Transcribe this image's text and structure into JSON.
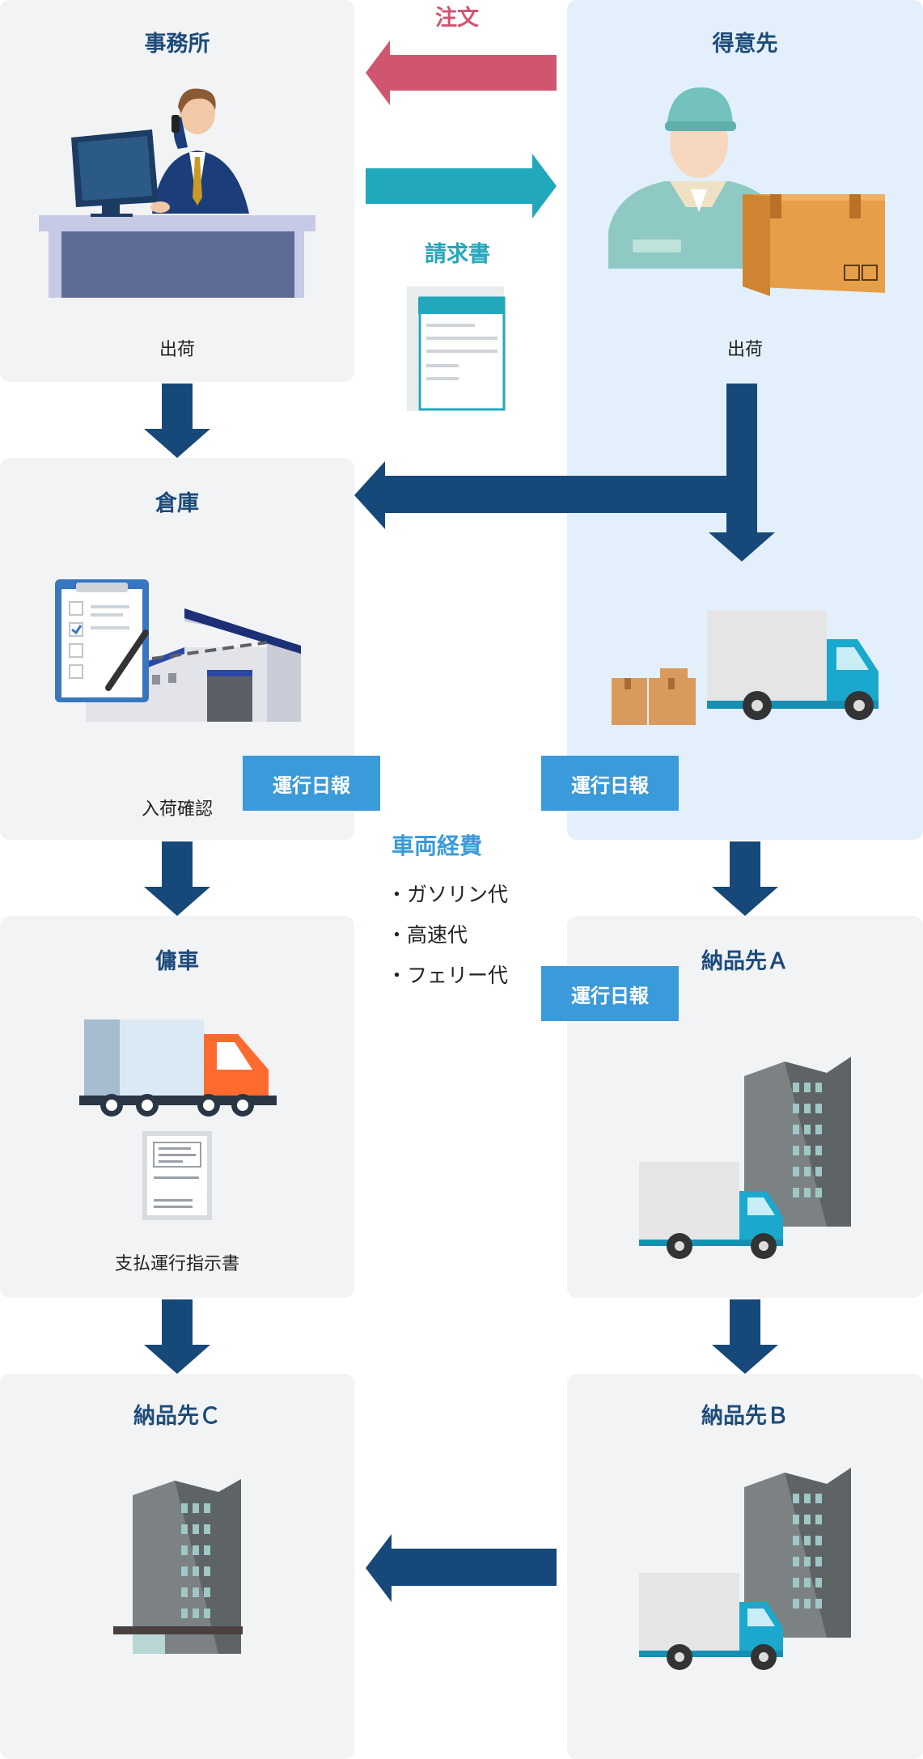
{
  "nodes": {
    "office": {
      "title": "事務所",
      "caption": "出荷"
    },
    "client": {
      "title": "得意先",
      "caption": "出荷"
    },
    "warehouse": {
      "title": "倉庫",
      "caption": "入荷確認"
    },
    "charter": {
      "title": "傭車",
      "caption": "支払運行指示書"
    },
    "delivery_a": {
      "title": "納品先Ａ"
    },
    "delivery_b": {
      "title": "納品先Ｂ"
    },
    "delivery_c": {
      "title": "納品先Ｃ"
    }
  },
  "flows": {
    "order": "注文",
    "invoice": "請求書"
  },
  "badges": {
    "daily_report_1": "運行日報",
    "daily_report_2": "運行日報",
    "daily_report_3": "運行日報"
  },
  "expenses": {
    "title": "車両経費",
    "items": [
      "・ガソリン代",
      "・高速代",
      "・フェリー代"
    ]
  },
  "colors": {
    "arrow_navy": "#16497a",
    "arrow_pink": "#d0566f",
    "arrow_teal": "#22a8bb",
    "badge_blue": "#3b9ad9",
    "title_navy": "#1d4b7a"
  }
}
